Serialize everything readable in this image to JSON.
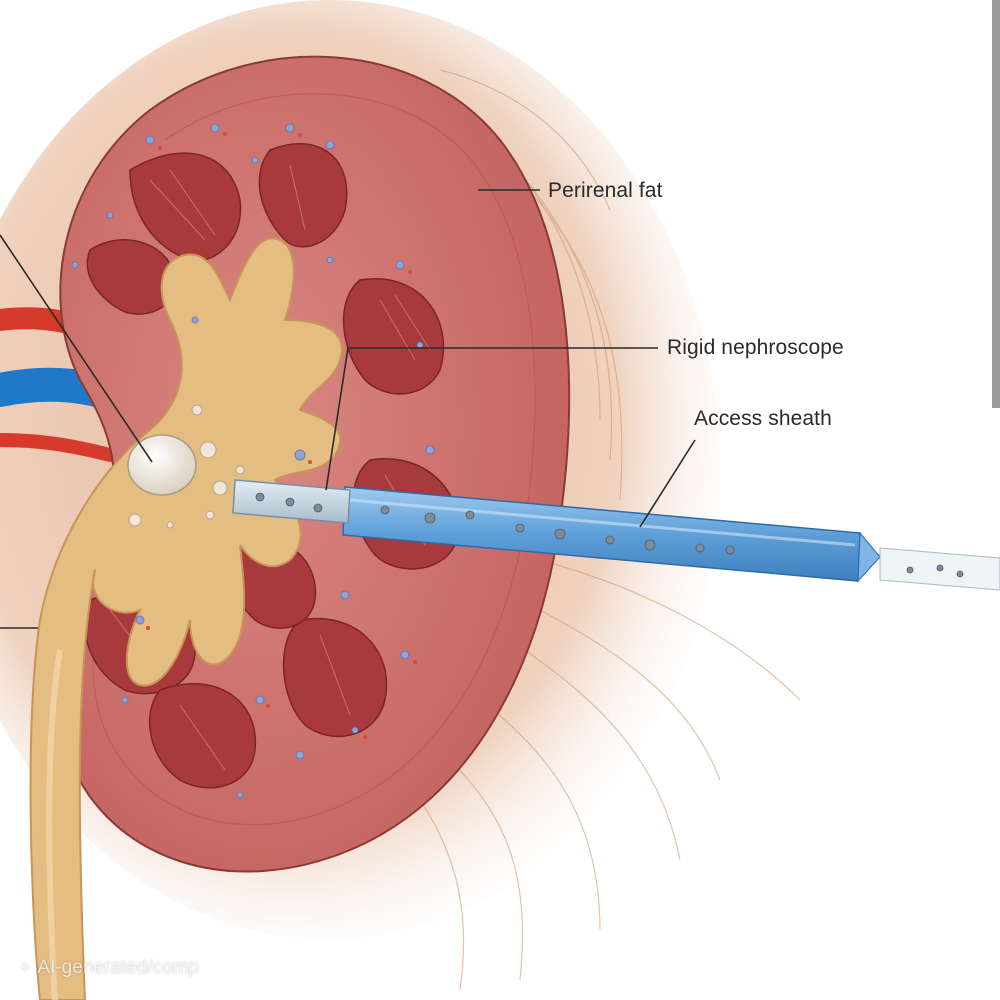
{
  "labels": {
    "perirenal_fat": "Perirenal fat",
    "rigid_nephroscope": "Rigid nephroscope",
    "access_sheath": "Access sheath"
  },
  "watermark": {
    "text": "AI-generated/comp",
    "icon": "sparkle-icon"
  },
  "colors": {
    "cortex": "#c96a66",
    "medulla_pyramid": "#a8393c",
    "pelvis": "#e4bd82",
    "fat": "#e9c1a4",
    "sheath": "#6ea8dc",
    "vein": "#1f78c8",
    "artery": "#d53a2a",
    "stone": "#f2ece2"
  }
}
